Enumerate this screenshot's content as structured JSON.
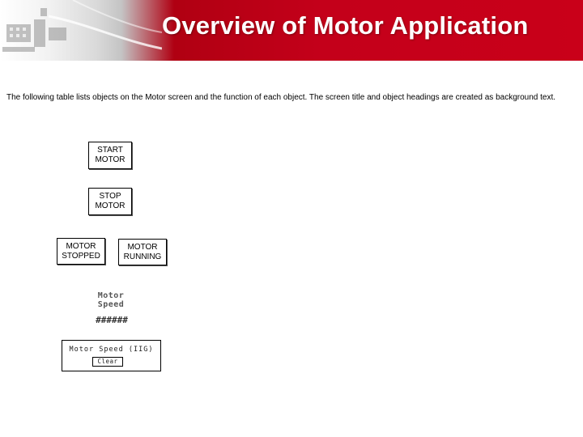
{
  "header": {
    "title": "Overview of Motor Application"
  },
  "intro_text": "The following table lists objects on the Motor screen and the function of each object.  The screen title and object headings are created as background text.",
  "controls": {
    "start_motor": {
      "line1": "START",
      "line2": "MOTOR"
    },
    "stop_motor": {
      "line1": "STOP",
      "line2": "MOTOR"
    },
    "motor_stopped": {
      "line1": "MOTOR",
      "line2": "STOPPED"
    },
    "motor_running": {
      "line1": "MOTOR",
      "line2": "RUNNING"
    }
  },
  "speed_display": {
    "label_line1": "Motor",
    "label_line2": "Speed",
    "value": "######"
  },
  "speed_entry": {
    "label": "Motor Speed (IIG)",
    "clear_label": "Clear"
  },
  "colors": {
    "header_red": "#c90019",
    "title_text": "#ffffff"
  }
}
